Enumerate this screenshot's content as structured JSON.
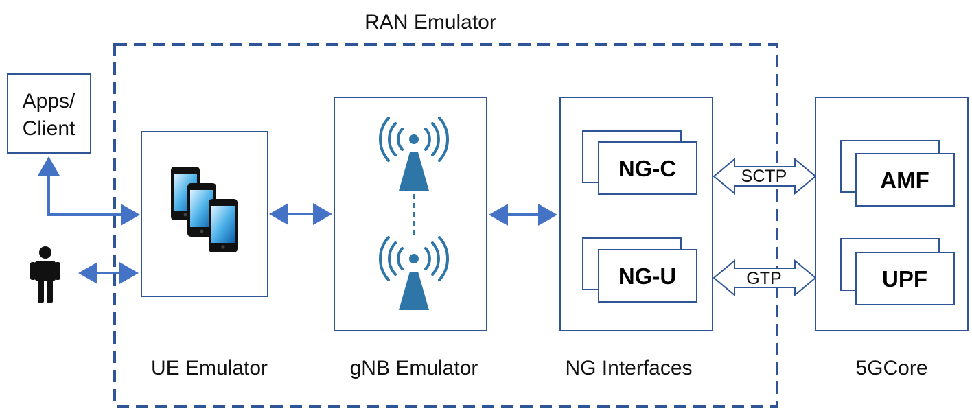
{
  "region": {
    "label": "RAN Emulator"
  },
  "apps": {
    "line1": "Apps/",
    "line2": "Client"
  },
  "ue": {
    "label": "UE Emulator"
  },
  "gnb": {
    "label": "gNB Emulator"
  },
  "ng": {
    "label": "NG Interfaces",
    "control": "NG-C",
    "user": "NG-U"
  },
  "core": {
    "label": "5GCore",
    "amf": "AMF",
    "upf": "UPF"
  },
  "links": {
    "sctp": "SCTP",
    "gtp": "GTP"
  },
  "colors": {
    "border": "#2f5597",
    "arrow": "#4472c4",
    "antenna": "#2e75a8",
    "person": "#111111"
  }
}
